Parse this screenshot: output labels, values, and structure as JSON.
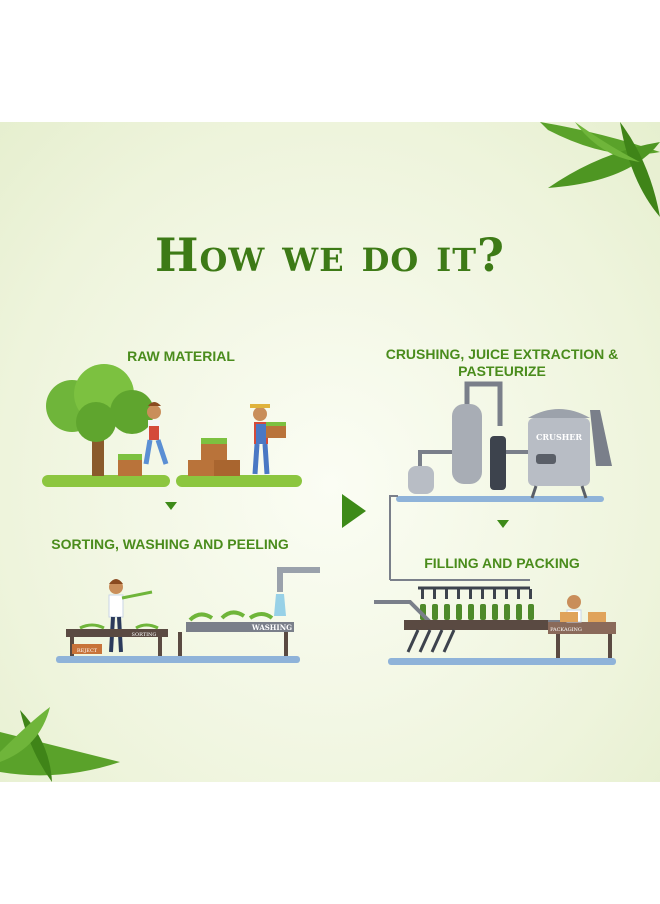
{
  "title": "How we do it?",
  "steps": {
    "raw_material": "RAW MATERIAL",
    "crushing": "CRUSHING, JUICE EXTRACTION & PASTEURIZE",
    "sorting": "SORTING, WASHING AND PEELING",
    "filling": "FILLING AND PACKING"
  },
  "machine_labels": {
    "crusher": "CRUSHER",
    "reject": "REJECT",
    "sorting": "SORTING",
    "washing": "WASHING",
    "packaging": "PACKAGING"
  },
  "colors": {
    "title": "#3d7a16",
    "label": "#4a8c1c",
    "arrow": "#3d8a18",
    "ground": "#8cc63f"
  }
}
